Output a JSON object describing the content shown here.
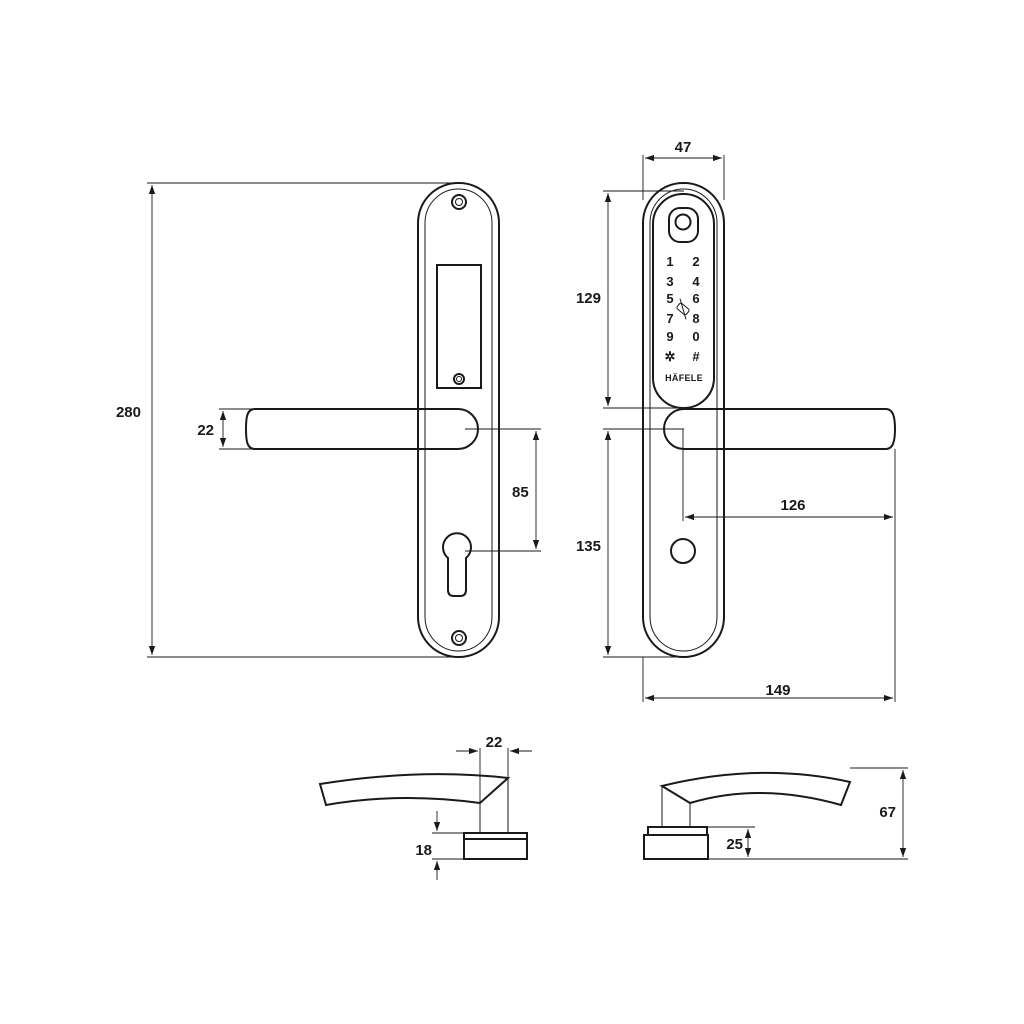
{
  "dimensions": {
    "total_height": "280",
    "handle_thickness": "22",
    "handle_to_keyhole": "85",
    "plate_width": "47",
    "keypad_height": "129",
    "handle_projection": "126",
    "lower_height": "135",
    "total_width": "149",
    "rose_width": "22",
    "rose_height": "18",
    "handle_height": "67",
    "base_height": "25"
  },
  "keypad": {
    "keys": [
      "1",
      "2",
      "3",
      "4",
      "5",
      "6",
      "7",
      "8",
      "9",
      "0",
      "✲",
      "#"
    ],
    "brand": "HÄFELE"
  },
  "icons": [
    "fingerprint-icon",
    "card-reader-icon"
  ]
}
